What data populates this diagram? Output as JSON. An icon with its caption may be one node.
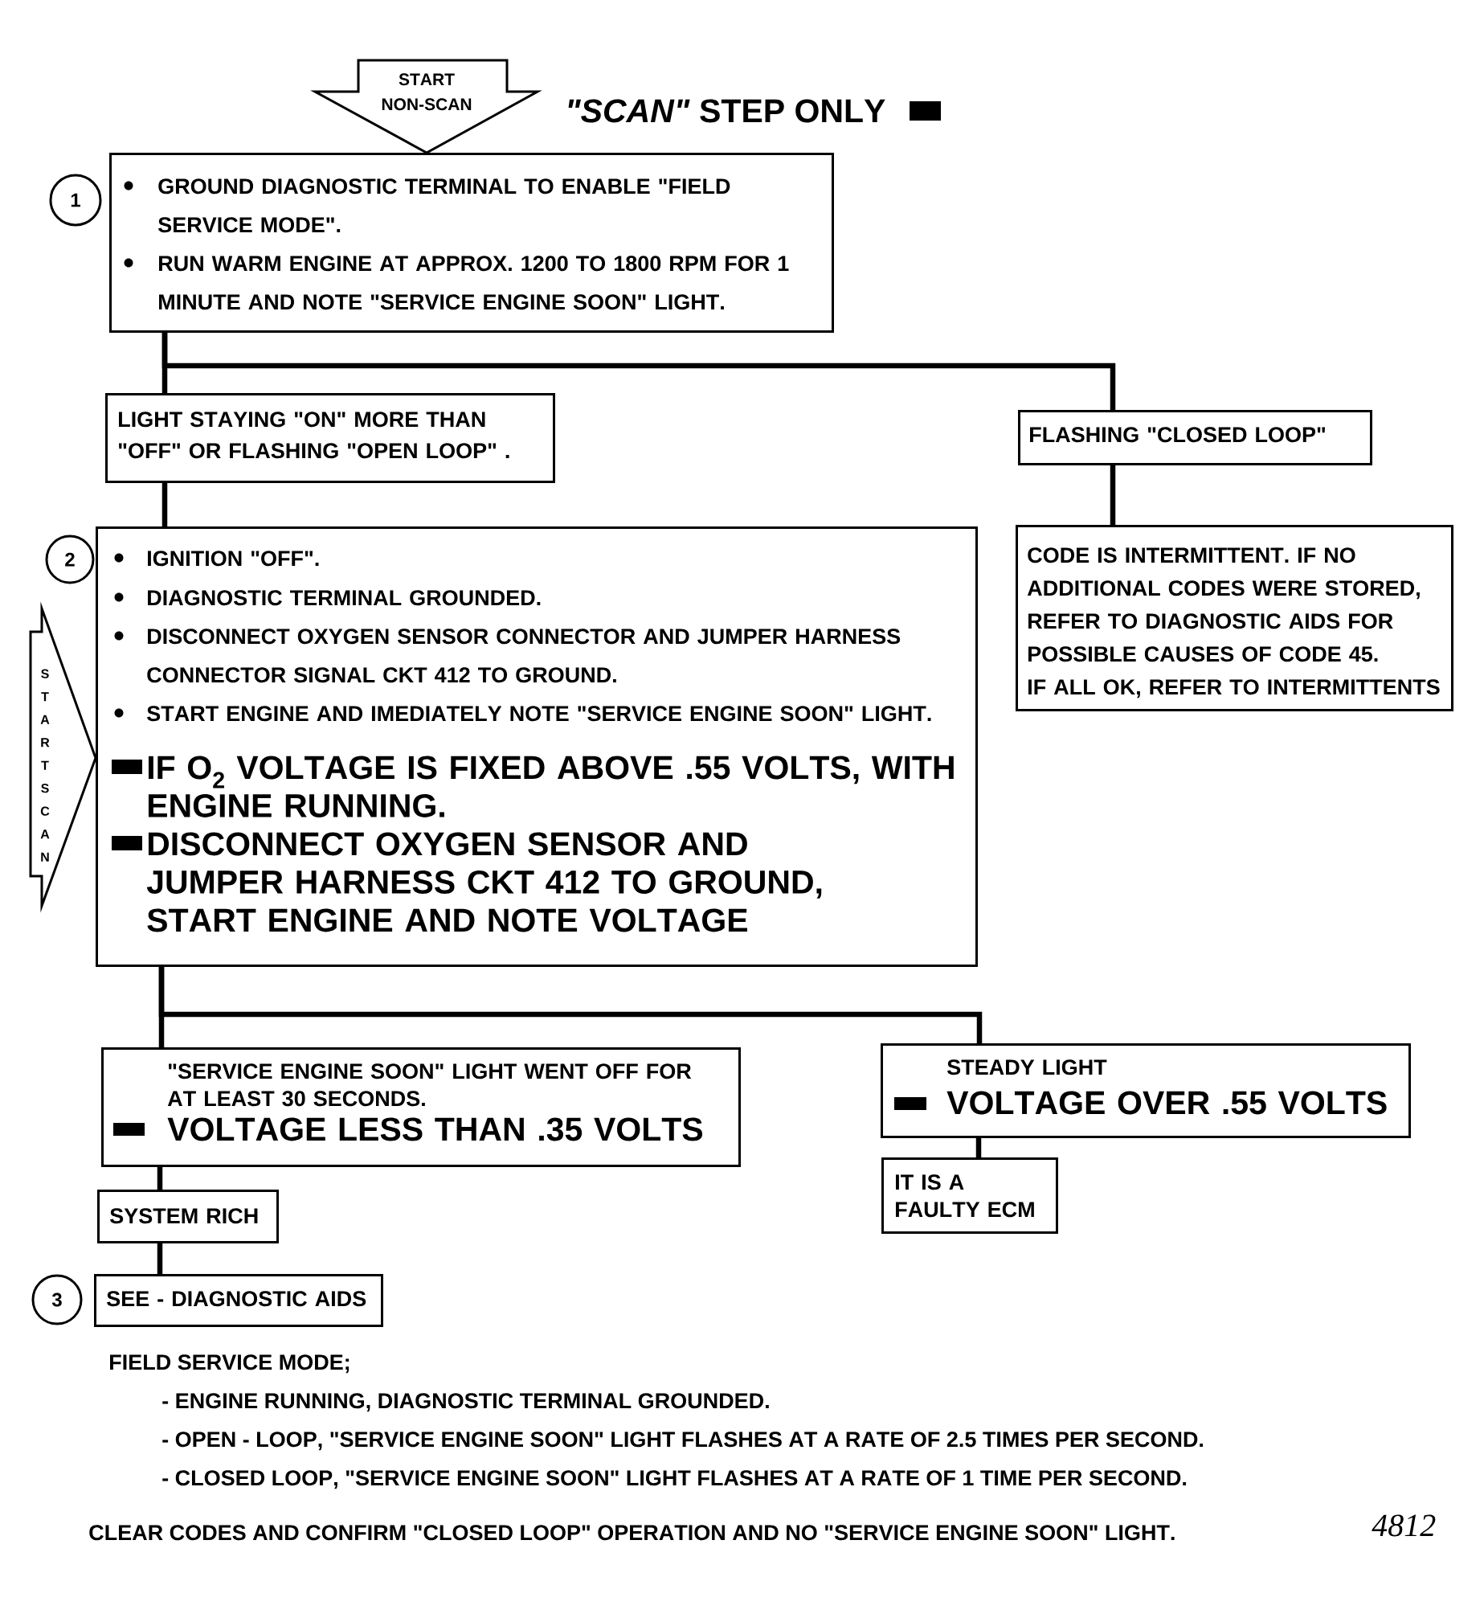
{
  "diagram": {
    "nodes": [
      {
        "text": [
          "1"
        ]
      },
      {
        "text": [
          "GROUND DIAGNOSTIC TERMINAL TO ENABLE \"FIELD SERVICE MODE\".",
          "RUN WARM ENGINE AT APPROX. 1200 TO 1800 RPM FOR 1 MINUTE AND NOTE \"SERVICE ENGINE SOON\" LIGHT."
        ]
      },
      {
        "text": [
          "LIGHT STAYING \"ON\" MORE THAN \"OFF\" OR FLASHING \"OPEN LOOP\" ."
        ]
      },
      {
        "text": [
          "FLASHING \"CLOSED LOOP\""
        ]
      },
      {
        "text": [
          "2"
        ]
      },
      {
        "text": [
          "IGNITION \"OFF\".",
          "DIAGNOSTIC TERMINAL GROUNDED.",
          "DISCONNECT OXYGEN SENSOR CONNECTOR AND JUMPER HARNESS CONNECTOR SIGNAL CKT 412 TO GROUND.",
          "START ENGINE AND IMEDIATELY NOTE \"SERVICE ENGINE SOON\" LIGHT.",
          "IF O$_{2}$ VOLTAGE IS FIXED ABOVE .55 VOLTS, WITH ENGINE RUNNING.",
          "DISCONNECT OXYGEN SENSOR AND JUMPER HARNESS CKT 412 TO GROUND, START ENGINE AND NOTE VOLTAGE"
        ]
      },
      {
        "text": [
          "CODE IS INTERMITTENT. IF NO ADDITIONAL CODES WERE STORED, REFER TO DIAGNOSTIC AIDS FOR POSSIBLE CAUSES OF CODE 45.",
          "IF ALL OK, REFER TO INTERMITTENTS"
        ]
      },
      {
        "text": [
          "\"SERVICE ENGINE SOON\" LIGHT WENT OFF FOR AT LEAST 30 SECONDS.",
          "VOLTAGE LESS THAN .35 VOLTS"
        ]
      },
      {
        "text": [
          "STEADY LIGHT",
          "VOLTAGE OVER .55 VOLTS"
        ]
      },
      {
        "text": [
          "IT IS A FAULTY ECM"
        ]
      },
      {
        "text": [
          "SYSTEM RICH"
        ]
      },
      {
        "text": [
          "3"
        ]
      },
      {
        "text": [
          "SEE - DIAGNOSTIC AIDS"
        ]
      }
    ],
    "edges": [
      {
        "from": null,
        "to": 1,
        "arrow": "to",
        "label": "START NON-SCAN"
      },
      {
        "from": 1,
        "to": 2,
        "arrow": "none"
      },
      {
        "from": 1,
        "to": 3,
        "arrow": "none"
      },
      {
        "from": 2,
        "to": 5,
        "arrow": "none"
      },
      {
        "from": 3,
        "to": 6,
        "arrow": "none"
      },
      {
        "from": null,
        "to": 5,
        "arrow": "to",
        "label": "START SCAN"
      },
      {
        "from": 5,
        "to": 7,
        "arrow": "none"
      },
      {
        "from": 5,
        "to": 8,
        "arrow": "none"
      },
      {
        "from": 7,
        "to": 10,
        "arrow": "none"
      },
      {
        "from": 10,
        "to": 12,
        "arrow": "none"
      },
      {
        "from": 8,
        "to": 9,
        "arrow": "none"
      }
    ],
    "labels": [
      "FIELD SERVICE MODE;",
      "- ENGINE RUNNING, DIAGNOSTIC TERMINAL GROUNDED.",
      "- OPEN - LOOP, \"SERVICE ENGINE SOON\" LIGHT FLASHES AT A RATE OF 2.5 TIMES PER SECOND.",
      "- CLOSED LOOP, \"SERVICE ENGINE SOON\" LIGHT FLASHES AT A RATE OF 1 TIME PER SECOND.",
      "CLEAR CODES AND CONFIRM \"CLOSED LOOP\" OPERATION AND NO \"SERVICE ENGINE SOON\" LIGHT.",
      "4812"
    ],
    "legend": [
      {
        "text": "*\"SCAN\"* STEP ONLY",
        "color": "#000000"
      }
    ]
  }
}
